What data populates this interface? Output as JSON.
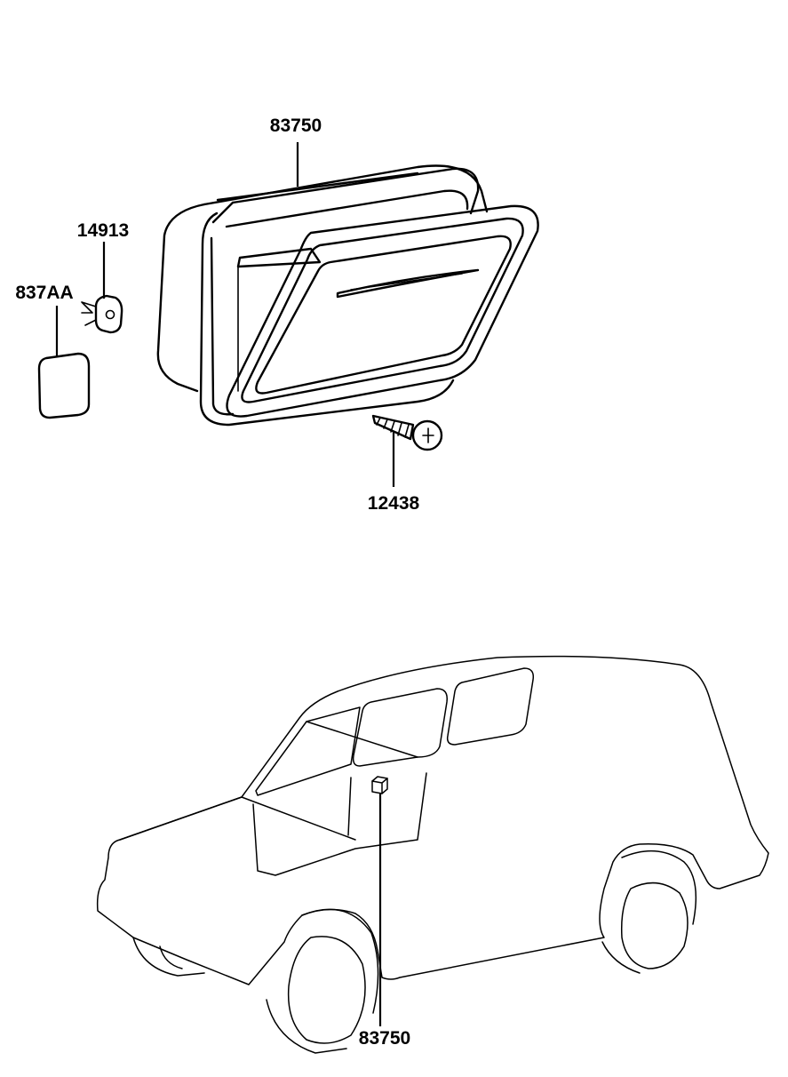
{
  "labels": {
    "vent_top": "83750",
    "clip": "14913",
    "cap": "837AA",
    "screw": "12438",
    "vent_vehicle": "83750"
  },
  "colors": {
    "line": "#000000",
    "background": "#ffffff"
  }
}
